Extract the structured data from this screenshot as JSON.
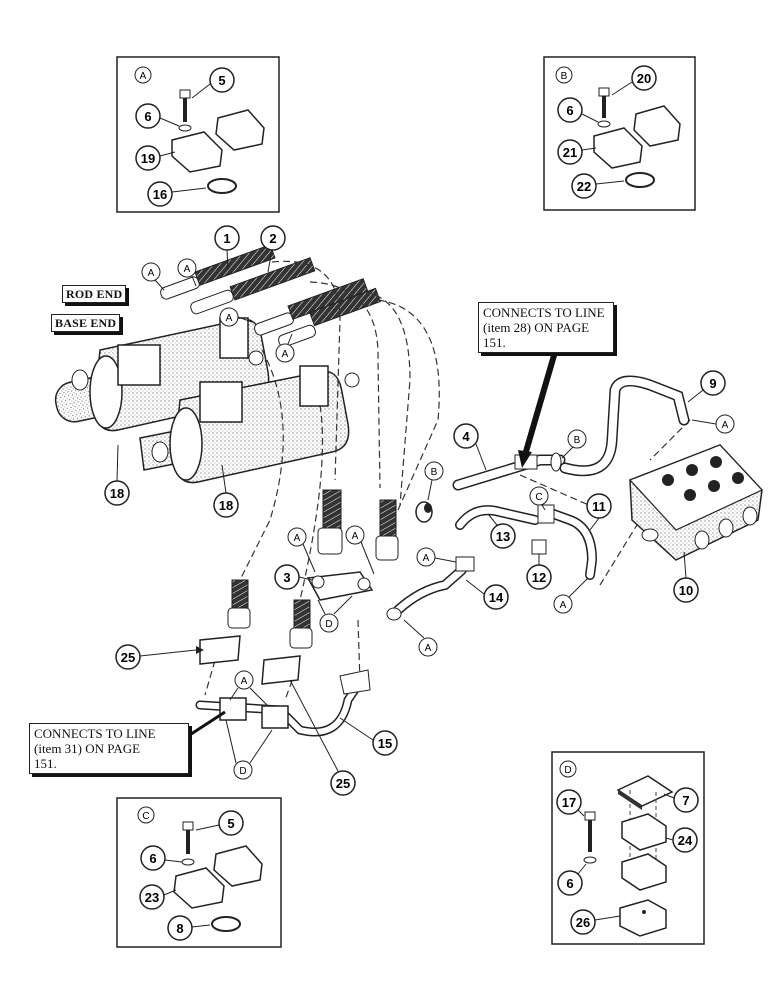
{
  "inset_a": {
    "letter": "A",
    "items": [
      "5",
      "6",
      "19",
      "16"
    ]
  },
  "inset_b": {
    "letter": "B",
    "items": [
      "20",
      "6",
      "21",
      "22"
    ]
  },
  "inset_c": {
    "letter": "C",
    "items": [
      "5",
      "6",
      "23",
      "8"
    ]
  },
  "inset_d": {
    "letter": "D",
    "items": [
      "7",
      "17",
      "24",
      "6",
      "26"
    ]
  },
  "labels": {
    "rod_end": "ROD END",
    "base_end": "BASE END"
  },
  "notes": {
    "connect_28": "CONNECTS TO LINE\n(item 28) ON PAGE\n151.",
    "connect_31": "CONNECTS TO LINE\n(item 31) ON PAGE\n151."
  },
  "callouts": {
    "n1": "1",
    "n2": "2",
    "n3": "3",
    "n4": "4",
    "n9": "9",
    "n10": "10",
    "n11": "11",
    "n12": "12",
    "n13": "13",
    "n14": "14",
    "n15": "15",
    "n18a": "18",
    "n18b": "18",
    "n25a": "25",
    "n25b": "25"
  },
  "letters": {
    "A": "A",
    "B": "B",
    "C": "C",
    "D": "D"
  }
}
